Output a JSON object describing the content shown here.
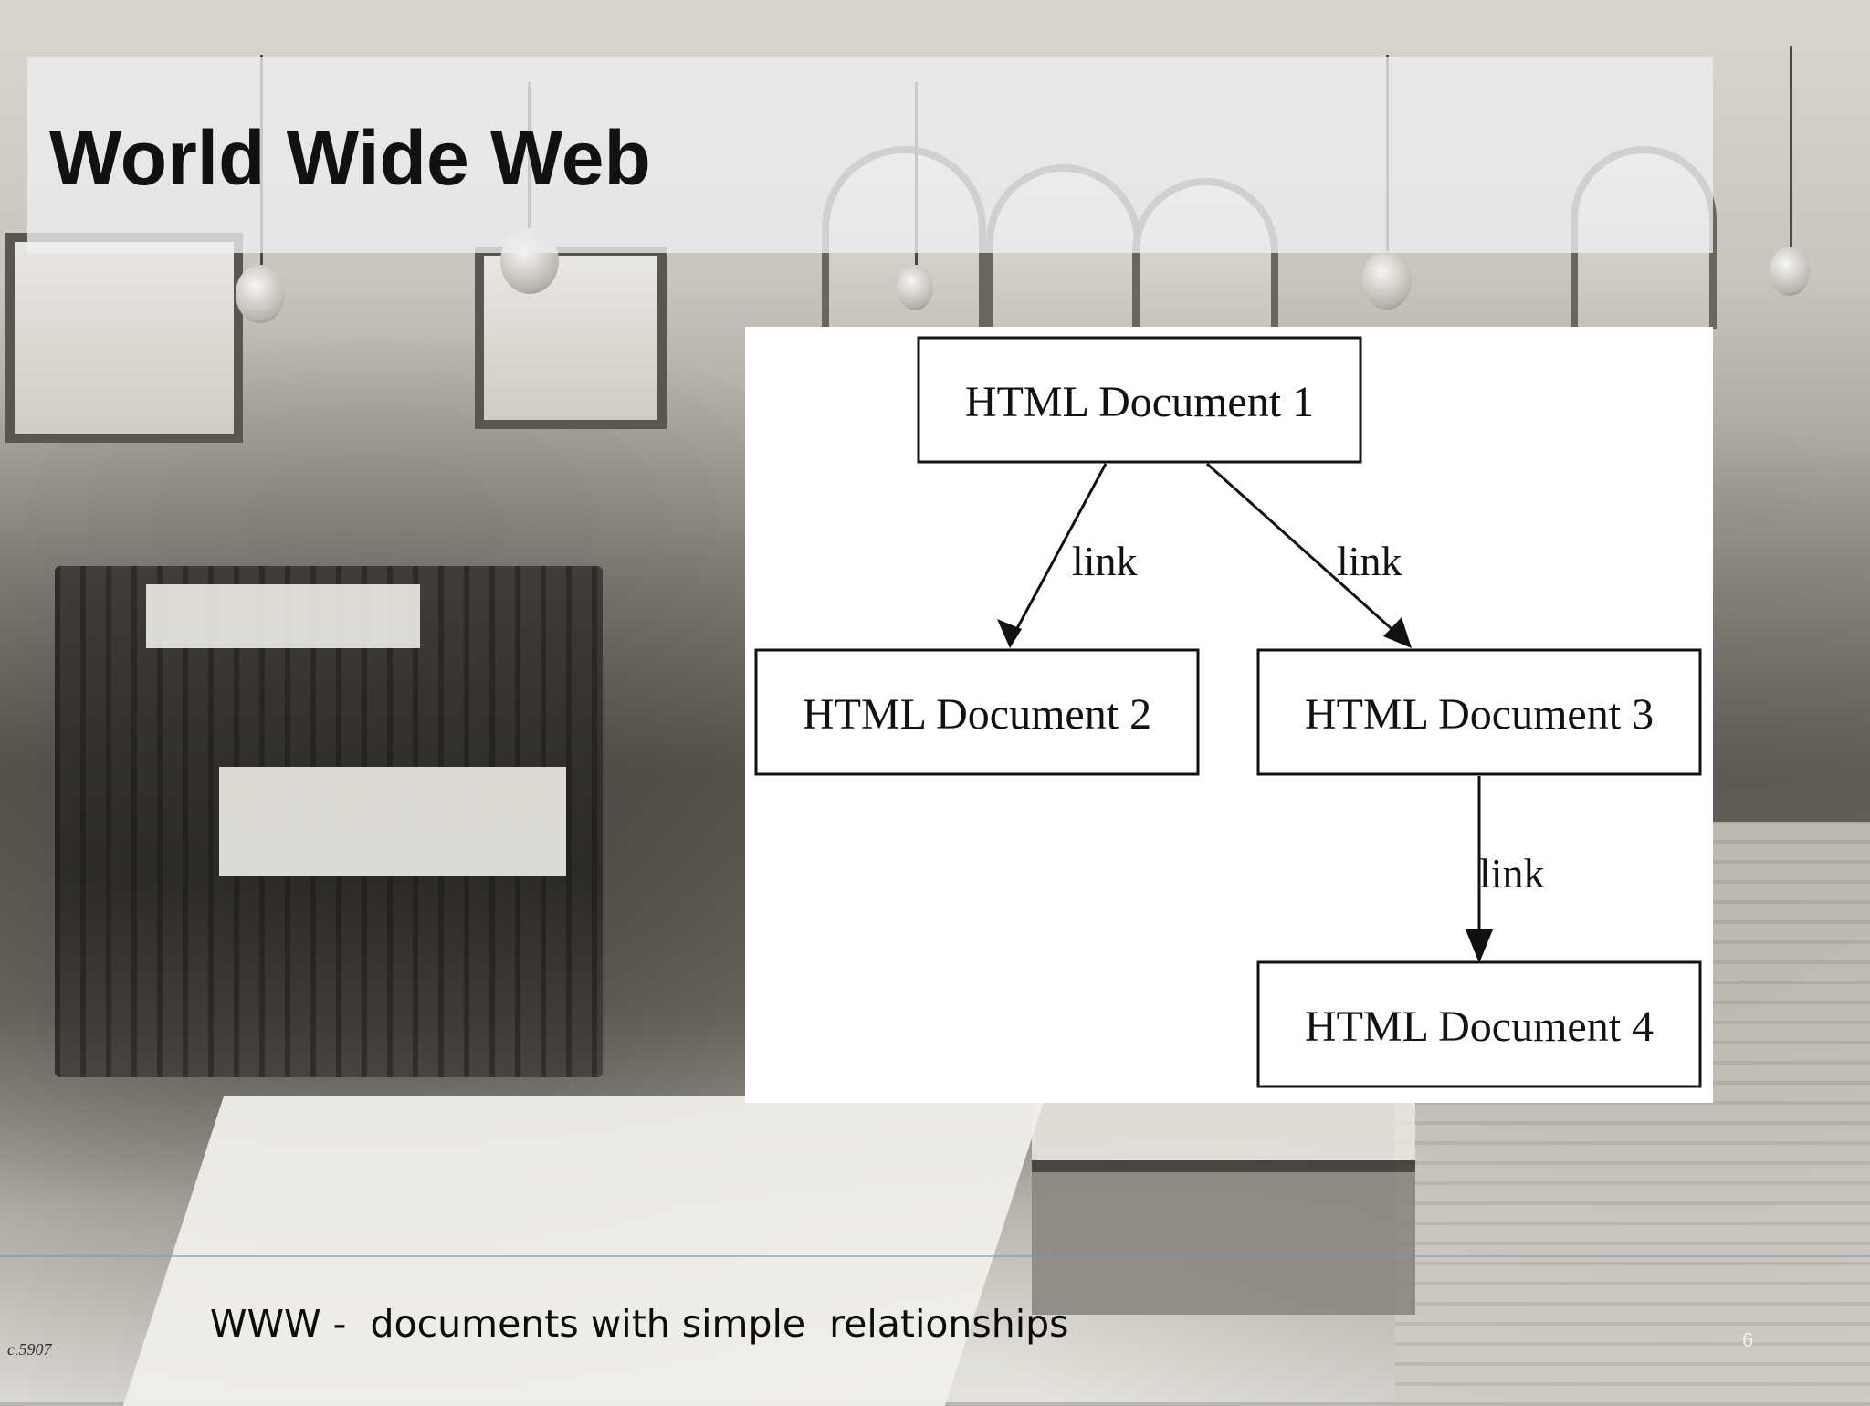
{
  "slide": {
    "title": "World Wide Web",
    "caption": "WWW -  documents with simple  relationships",
    "page_number": "6"
  },
  "background_photo": {
    "stamp_text": "c.5907"
  },
  "diagram": {
    "nodes": [
      {
        "id": "doc1",
        "label": "HTML Document 1"
      },
      {
        "id": "doc2",
        "label": "HTML Document 2"
      },
      {
        "id": "doc3",
        "label": "HTML Document 3"
      },
      {
        "id": "doc4",
        "label": "HTML Document 4"
      }
    ],
    "edges": [
      {
        "from": "doc1",
        "to": "doc2",
        "label": "link"
      },
      {
        "from": "doc1",
        "to": "doc3",
        "label": "link"
      },
      {
        "from": "doc3",
        "to": "doc4",
        "label": "link"
      }
    ]
  }
}
